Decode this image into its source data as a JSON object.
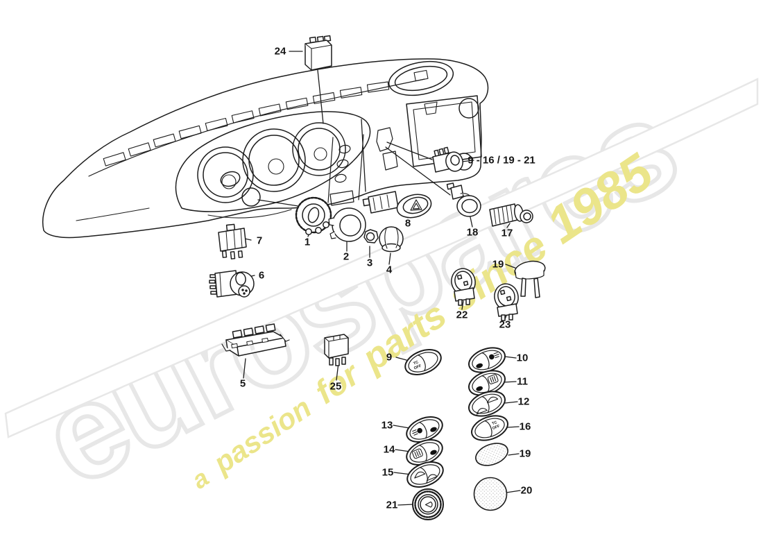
{
  "watermark": {
    "brand": "eurospares",
    "tagline": "a passion for parts since 1985",
    "tagline_words": [
      "a",
      "passion",
      "for",
      "parts",
      "since",
      "1985"
    ],
    "brand_outline_color": "#e7e7e7",
    "tagline_color": "#ebe58a"
  },
  "diagram": {
    "ink_color": "#1c1c1c",
    "group_label": "9 - 16 / 19 - 21",
    "switch_text": {
      "tc": "TC",
      "off": "OFF"
    },
    "part_labels": [
      "1",
      "2",
      "3",
      "4",
      "5",
      "6",
      "7",
      "8",
      "9",
      "10",
      "11",
      "12",
      "13",
      "14",
      "15",
      "16",
      "17",
      "18",
      "19",
      "20",
      "21",
      "22",
      "23",
      "24",
      "25",
      "19"
    ]
  }
}
